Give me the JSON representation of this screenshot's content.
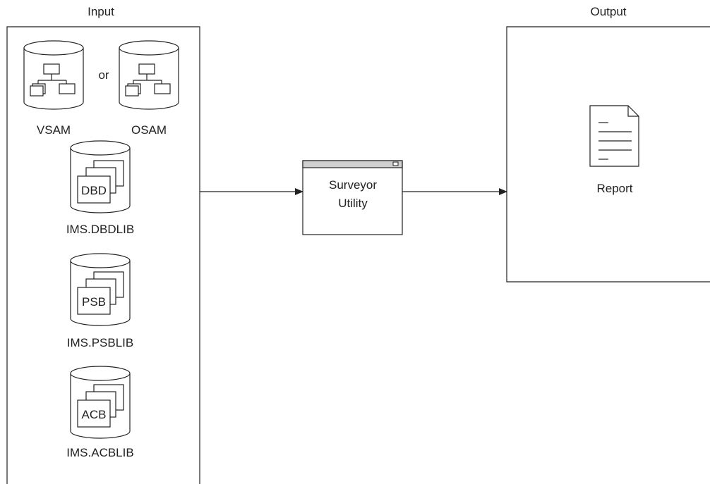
{
  "input": {
    "title": "Input",
    "or_text": "or",
    "datasets": {
      "vsam": "VSAM",
      "osam": "OSAM"
    },
    "libraries": [
      {
        "tag": "DBD",
        "name": "IMS.DBDLIB"
      },
      {
        "tag": "PSB",
        "name": "IMS.PSBLIB"
      },
      {
        "tag": "ACB",
        "name": "IMS.ACBLIB"
      }
    ]
  },
  "utility": {
    "line1": "Surveyor",
    "line2": "Utility"
  },
  "output": {
    "title": "Output",
    "report_label": "Report"
  },
  "colors": {
    "stroke": "#222222",
    "titlebar": "#d0d0d0",
    "fill": "#ffffff"
  },
  "icons": [
    "cylinder-database-icon",
    "stacked-documents-icon",
    "window-icon",
    "document-icon"
  ]
}
